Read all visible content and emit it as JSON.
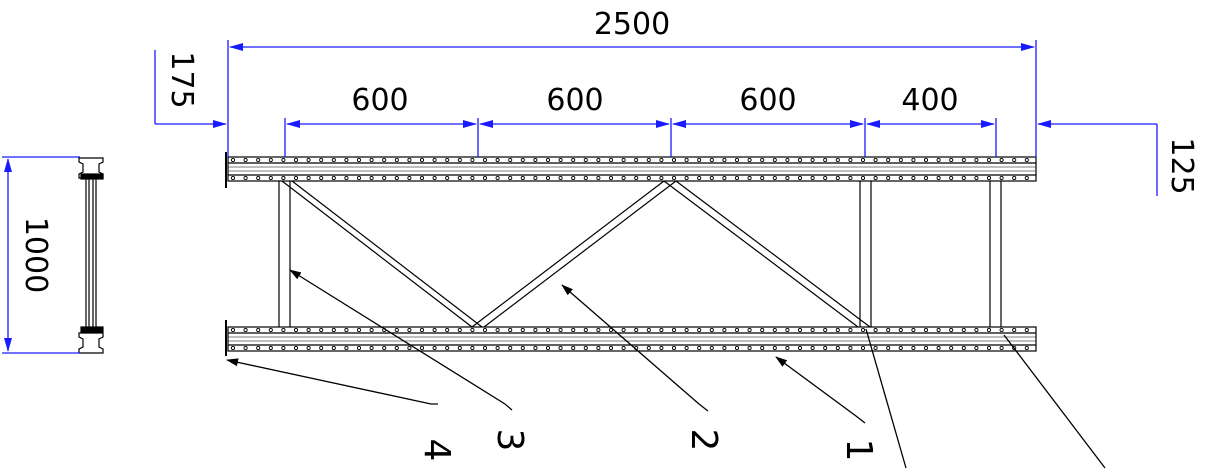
{
  "colors": {
    "dimension": "#1a1aff",
    "outline": "#000000",
    "background": "#ffffff"
  },
  "dimensions": {
    "overall_length": "2500",
    "left_offset": "175",
    "right_offset": "125",
    "spacing_1": "600",
    "spacing_2": "600",
    "spacing_3": "600",
    "spacing_4": "400",
    "frame_depth": "1000"
  },
  "callouts": {
    "part_1": "1",
    "part_2": "2",
    "part_3": "3",
    "part_4": "4"
  }
}
